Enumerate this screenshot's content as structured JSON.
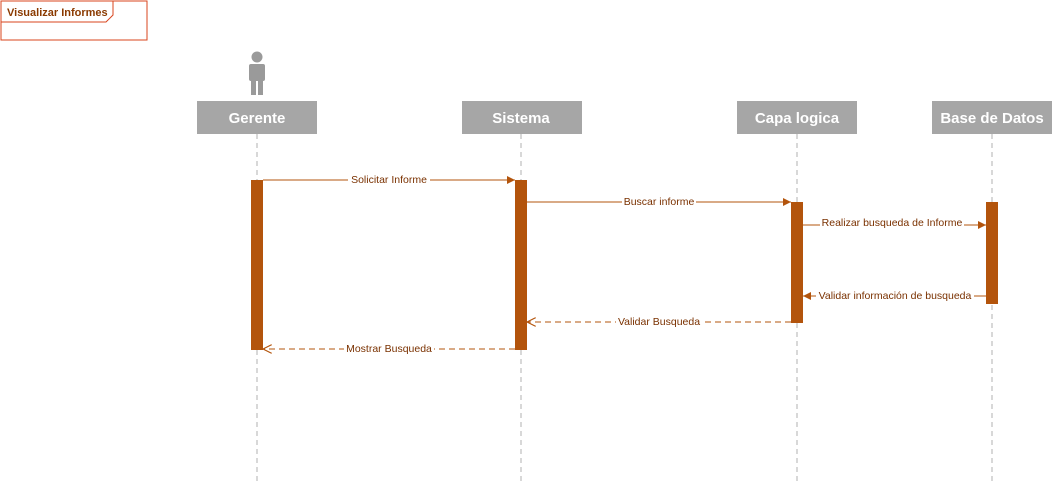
{
  "frame": {
    "title": "Visualizar Informes"
  },
  "colors": {
    "accent": "#b3540c",
    "frame_border": "#d9451e",
    "header_bg": "#a6a6a6",
    "lifeline": "#b0b0b0",
    "text": "#7a3100"
  },
  "participants": [
    {
      "id": "gerente",
      "label": "Gerente",
      "icon": "actor-icon"
    },
    {
      "id": "sistema",
      "label": "Sistema"
    },
    {
      "id": "capa",
      "label": "Capa logica"
    },
    {
      "id": "bd",
      "label": "Base de Datos"
    }
  ],
  "messages": [
    {
      "label": "Solicitar Informe",
      "from": "gerente",
      "to": "sistema",
      "kind": "call"
    },
    {
      "label": "Buscar informe",
      "from": "sistema",
      "to": "capa",
      "kind": "call"
    },
    {
      "label": "Realizar busqueda de Informe",
      "from": "capa",
      "to": "bd",
      "kind": "call"
    },
    {
      "label": "Validar información de busqueda",
      "from": "bd",
      "to": "capa",
      "kind": "call"
    },
    {
      "label": "Validar Busqueda",
      "from": "capa",
      "to": "sistema",
      "kind": "return"
    },
    {
      "label": "Mostrar Busqueda",
      "from": "sistema",
      "to": "gerente",
      "kind": "return"
    }
  ]
}
